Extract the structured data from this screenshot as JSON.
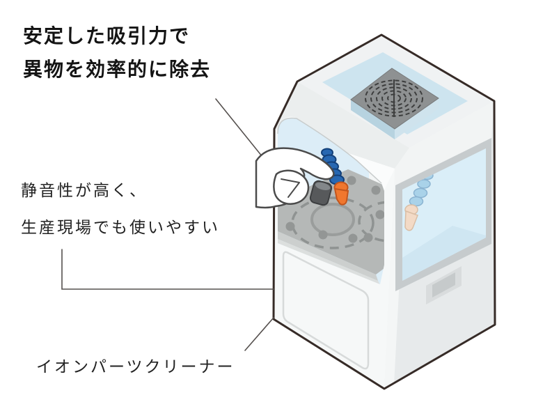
{
  "page": {
    "background": "#ffffff"
  },
  "annotations": {
    "suction": {
      "line1": "安定した吸引力で",
      "line2": "異物を効率的に除去"
    },
    "quiet": {
      "line1": "静音性が高く、",
      "line2": "生産現場でも使いやすい"
    },
    "product": {
      "label": "イオンパーツクリーナー"
    }
  },
  "illustration": {
    "subject": "ion-parts-cleaner-cabinet",
    "parts": [
      "exhaust-fan",
      "top-blue-panel",
      "side-window",
      "inner-nozzle",
      "suction-nozzle",
      "turntable",
      "hand-with-workpiece",
      "front-door",
      "side-handle"
    ],
    "colors": {
      "outline": "#362b27",
      "leader_line": "#55504e",
      "body_front": "#f6f8f8",
      "body_right": "#e7eaeb",
      "body_top": "#f0f2f3",
      "hood_band": "#ebeeee",
      "panel_blue": "#cde4ef",
      "glass_blue": "#daeef8",
      "opening_blue": "#dcedf7",
      "fan_gray": "#8e9192",
      "turntable_gray": "#b5b8b7",
      "nozzle_blue": "#2767b1",
      "nozzle_orange": "#f0772e",
      "inner_nozzle_blue": "#a9d2e9",
      "inner_nozzle_beige": "#f3dac6",
      "workpiece_gray": "#57595b"
    }
  }
}
